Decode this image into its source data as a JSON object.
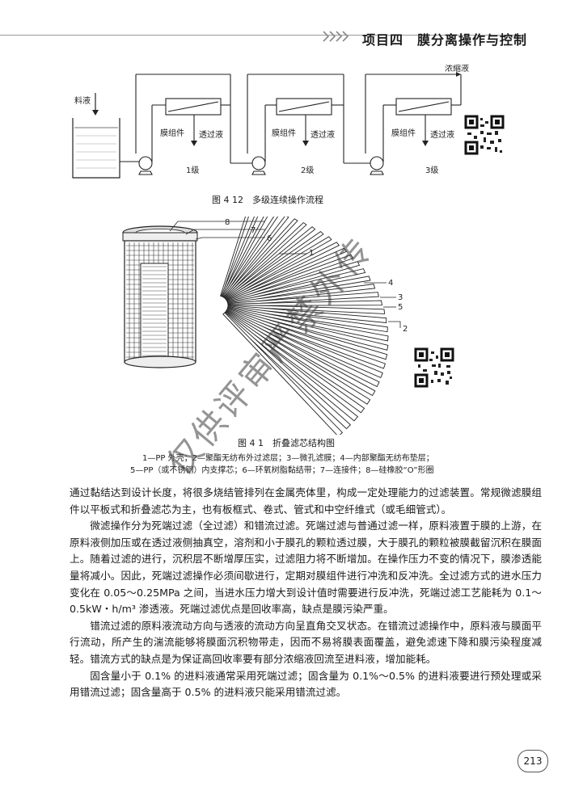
{
  "header": {
    "title": "项目四　膜分离操作与控制"
  },
  "figure1": {
    "labels": {
      "feed": "料液",
      "concentrate": "浓缩液",
      "module": "膜组件",
      "permeate": "透过液",
      "stage1": "1级",
      "stage2": "2级",
      "stage3": "3级"
    },
    "caption": "图 4 12　多级连续操作流程"
  },
  "figure2": {
    "callouts": [
      "8",
      "7",
      "6",
      "1",
      "4",
      "3",
      "5",
      "2"
    ],
    "caption": "图 4 1　折叠滤芯结构图",
    "legend_line1": "1—PP 外壳；2—聚酯无纺布外过滤层；3—微孔滤膜；4—内部聚酯无纺布垫层；",
    "legend_line2": "5—PP（或不锈钢）内支撑芯；6—环氧树脂黏结带；7—连接件；8—硅橡胶“O”形圈"
  },
  "body": {
    "p1": "通过黏结达到设计长度，将很多烧结管排列在金属壳体里，构成一定处理能力的过滤装置。常规微滤膜组件以平板式和折叠滤芯为主，也有板框式、卷式、管式和中空纤维式（或毛细管式）。",
    "p2": "微滤操作分为死端过滤（全过滤）和错流过滤。死端过滤与普通过滤一样，原料液置于膜的上游，在原料液侧加压或在透过液侧抽真空，溶剂和小于膜孔的颗粒透过膜，大于膜孔的颗粒被膜截留沉积在膜面上。随着过滤的进行，沉积层不断增厚压实，过滤阻力将不断增加。在操作压力不变的情况下，膜渗透能量将减小。因此，死端过滤操作必须间歇进行，定期对膜组件进行冲洗和反冲洗。全过滤方式的进水压力变化在 0.05～0.25MPa 之间，当进水压力增大到设计值时需要进行反冲洗，死端过滤工艺能耗为 0.1～0.5kW・h/m³ 渗透液。死端过滤优点是回收率高，缺点是膜污染严重。",
    "p3": "错流过滤的原料液流动方向与透液的流动方向呈直角交叉状态。在错流过滤操作中，原料液与膜面平行流动，所产生的湍流能够将膜面沉积物带走，因而不易将膜表面覆盖，避免滤速下降和膜污染程度减轻。错流方式的缺点是为保证高回收率要有部分浓缩液回流至进料液，增加能耗。",
    "p4": "固含量小于 0.1% 的进料液通常采用死端过滤；固含量为 0.1%～0.5% 的进料液要进行预处理或采用错流过滤；固含量高于 0.5% 的进料液只能采用错流过滤。"
  },
  "page_number": "213",
  "watermark": "仅供评审严禁外传",
  "colors": {
    "text": "#1a1a1a",
    "rule": "#9a9a9a"
  }
}
